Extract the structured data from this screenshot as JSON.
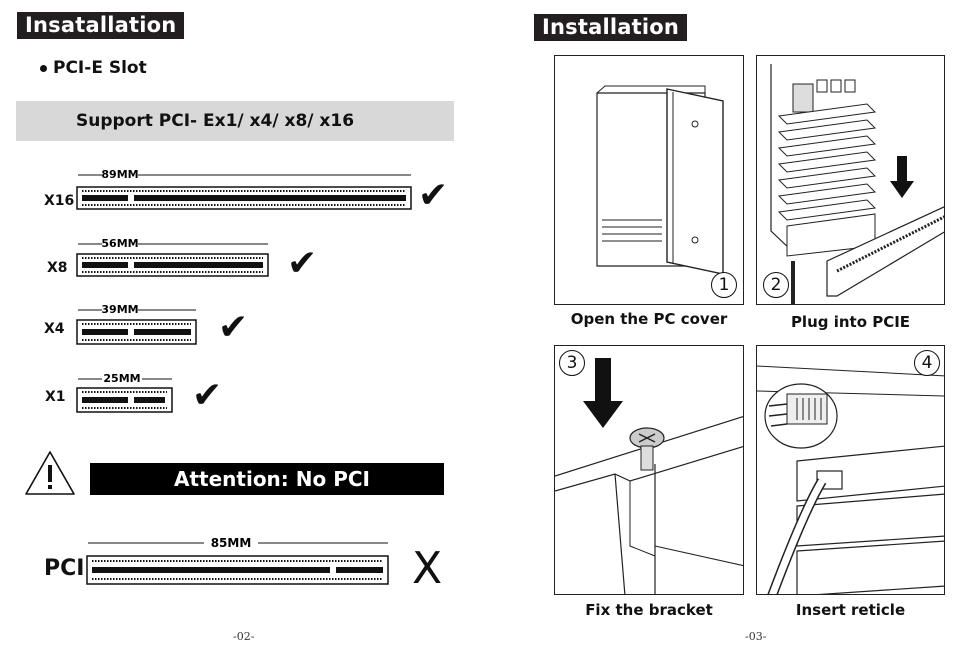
{
  "left_page": {
    "heading": "Insatallation",
    "bullet": "PCI-E Slot",
    "support_text": "Support PCI- Ex1/ x4/ x8/ x16",
    "slots": [
      {
        "label": "X16",
        "size": "89MM",
        "mark": "✔"
      },
      {
        "label": "X8",
        "size": "56MM",
        "mark": "✔"
      },
      {
        "label": "X4",
        "size": "39MM",
        "mark": "✔"
      },
      {
        "label": "X1",
        "size": "25MM",
        "mark": "✔"
      }
    ],
    "warning_icon": "warning-triangle-icon",
    "attention": "Attention: No PCI",
    "pci": {
      "label": "PCI",
      "size": "85MM",
      "mark": "X"
    },
    "page_number": "-02-"
  },
  "right_page": {
    "heading": "Installation",
    "steps": [
      {
        "num": "①",
        "caption": "Open the PC cover"
      },
      {
        "num": "②",
        "caption": "Plug into PCIE"
      },
      {
        "num": "③",
        "caption": "Fix the bracket"
      },
      {
        "num": "④",
        "caption": "Insert reticle"
      }
    ],
    "page_number": "-03-"
  }
}
